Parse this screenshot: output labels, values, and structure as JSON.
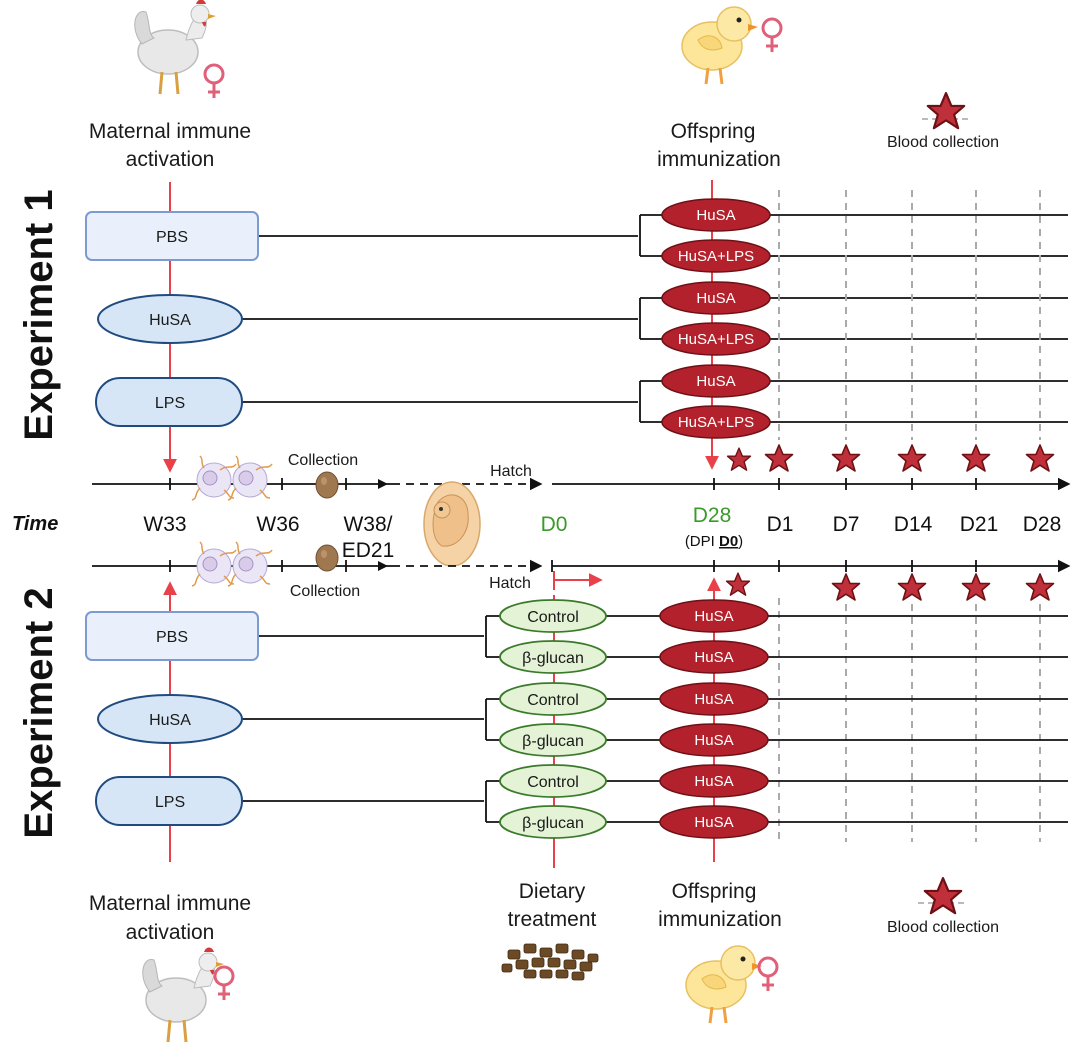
{
  "experiment1": {
    "title": "Experiment 1",
    "top_label_line1": "Maternal immune",
    "top_label_line2": "activation",
    "offspring_line1": "Offspring",
    "offspring_line2": "immunization",
    "blood_collection": "Blood collection",
    "maternal_groups": [
      "PBS",
      "HuSA",
      "LPS"
    ],
    "offspring_groups": [
      "HuSA",
      "HuSA+LPS",
      "HuSA",
      "HuSA+LPS",
      "HuSA",
      "HuSA+LPS"
    ]
  },
  "experiment2": {
    "title": "Experiment 2",
    "bottom_label_line1": "Maternal immune",
    "bottom_label_line2": "activation",
    "dietary_line1": "Dietary",
    "dietary_line2": "treatment",
    "offspring_line1": "Offspring",
    "offspring_line2": "immunization",
    "blood_collection": "Blood collection",
    "maternal_groups": [
      "PBS",
      "HuSA",
      "LPS"
    ],
    "diet_groups": [
      "Control",
      "β-glucan",
      "Control",
      "β-glucan",
      "Control",
      "β-glucan"
    ],
    "offspring_groups": [
      "HuSA",
      "HuSA",
      "HuSA",
      "HuSA",
      "HuSA",
      "HuSA"
    ]
  },
  "timeline": {
    "time_label": "Time",
    "collection_top": "Collection",
    "collection_bottom": "Collection",
    "hatch_top": "Hatch",
    "hatch_bottom": "Hatch",
    "w33": "W33",
    "w36": "W36",
    "w38_line1": "W38/",
    "w38_line2": "ED21",
    "d0": "D0",
    "d28_green": "D28",
    "dpi_prefix": "(DPI ",
    "dpi_bold": "D0",
    "dpi_suffix": ")",
    "days": [
      "D1",
      "D7",
      "D14",
      "D21",
      "D28"
    ]
  },
  "colors": {
    "red_arrow": "#e8414a",
    "dark_red": "#b3222c",
    "star_fill": "#c0303a",
    "star_stroke": "#6e1016",
    "pbs_fill": "#e9f0fb",
    "pbs_stroke": "#7d9bd0",
    "blue_fill": "#d7e6f7",
    "blue_stroke": "#1f4b80",
    "green_fill": "#e4f3d6",
    "green_stroke": "#3a7a2a",
    "green_text": "#3a9a2a"
  },
  "icons": [
    "hen-icon",
    "chick-icon",
    "female-symbol-icon",
    "egg-icon",
    "embryo-icon",
    "sperm-icon",
    "star-icon",
    "feed-pellets-icon"
  ]
}
